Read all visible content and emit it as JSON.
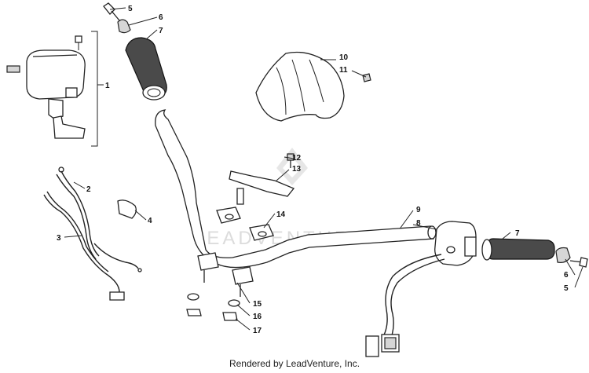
{
  "watermark": "LEADVENTURE",
  "footer": {
    "credit": "Rendered by LeadVenture, Inc."
  },
  "callouts": {
    "c1": "1",
    "c2": "2",
    "c3": "3",
    "c4": "4",
    "c5a": "5",
    "c5b": "5",
    "c6a": "6",
    "c6b": "6",
    "c7a": "7",
    "c7b": "7",
    "c8": "8",
    "c9": "9",
    "c10": "10",
    "c11": "11",
    "c12": "12",
    "c13": "13",
    "c14": "14",
    "c15": "15",
    "c16": "16",
    "c17": "17"
  }
}
